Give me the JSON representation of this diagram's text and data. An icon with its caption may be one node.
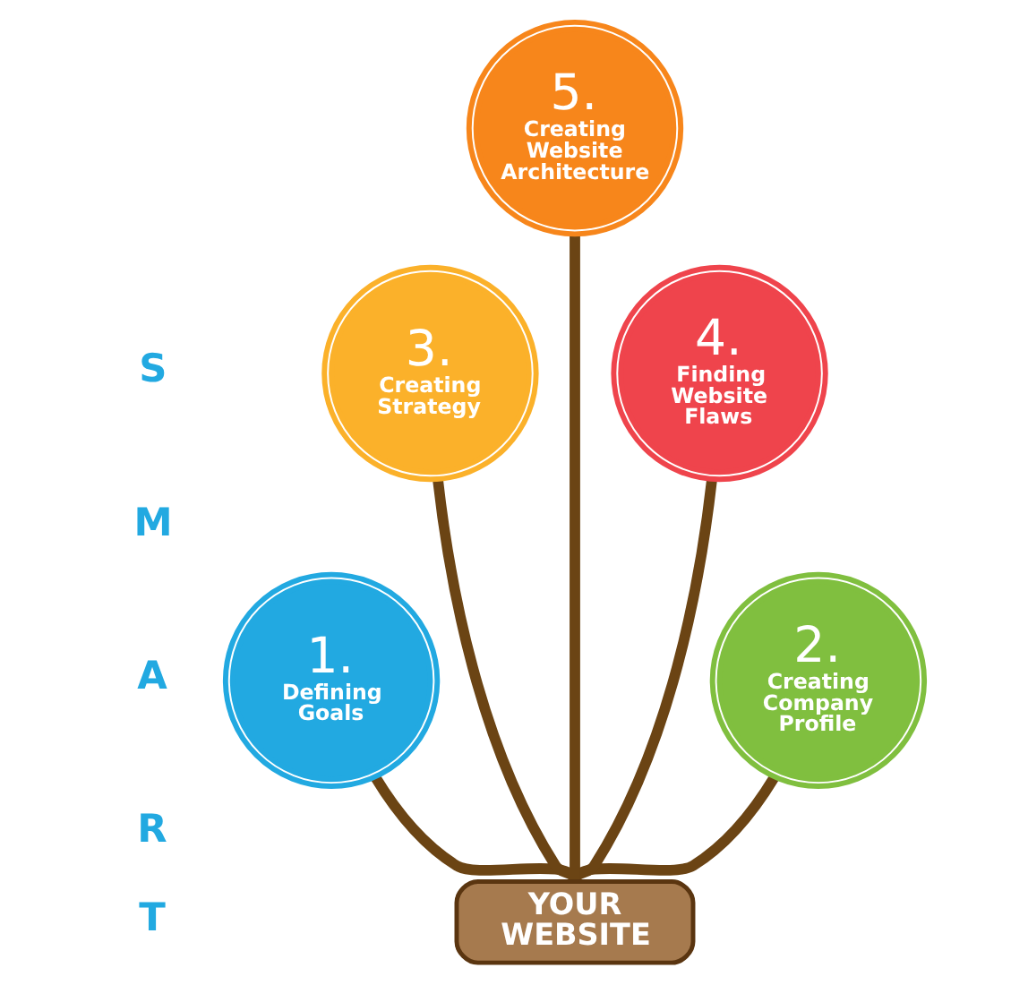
{
  "diagram": {
    "nodes": [
      {
        "text": [
          "5.",
          "Creating Website Architecture"
        ]
      },
      {
        "text": [
          "4.",
          "Finding Website Flaws"
        ]
      },
      {
        "text": [
          "3.",
          "Creating Strategy"
        ]
      },
      {
        "text": [
          "2.",
          "Creating Company Profile"
        ]
      },
      {
        "text": [
          "1.",
          "Defining Goals"
        ]
      },
      {
        "text": [
          "YOUR WEBSITE"
        ]
      }
    ],
    "edges": [
      {
        "from": 5,
        "to": 4,
        "arrow": "none"
      },
      {
        "from": 5,
        "to": 2,
        "arrow": "none"
      },
      {
        "from": 5,
        "to": 0,
        "arrow": "none"
      },
      {
        "from": 5,
        "to": 1,
        "arrow": "none"
      },
      {
        "from": 5,
        "to": 3,
        "arrow": "none"
      }
    ],
    "labels": [
      "S",
      "M",
      "A",
      "R",
      "T"
    ]
  }
}
